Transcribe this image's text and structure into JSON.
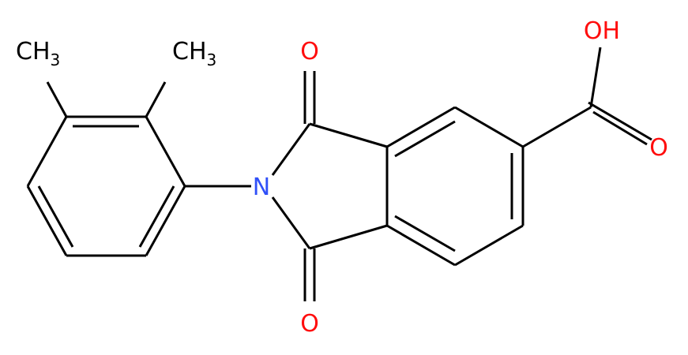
{
  "colors": {
    "bond": "#000000",
    "carbon": "#000000",
    "oxygen": "#ff0d0d",
    "nitrogen": "#3050f8",
    "background": "#ffffff"
  },
  "atoms": {
    "methyl_1": {
      "main": "CH",
      "sub": "3"
    },
    "methyl_2": {
      "main": "CH",
      "sub": "3"
    },
    "nitrogen": {
      "main": "N"
    },
    "oxygen_top": {
      "main": "O"
    },
    "oxygen_bottom": {
      "main": "O"
    },
    "oxygen_carbonyl": {
      "main": "O"
    },
    "hydroxyl": {
      "main": "OH"
    }
  }
}
